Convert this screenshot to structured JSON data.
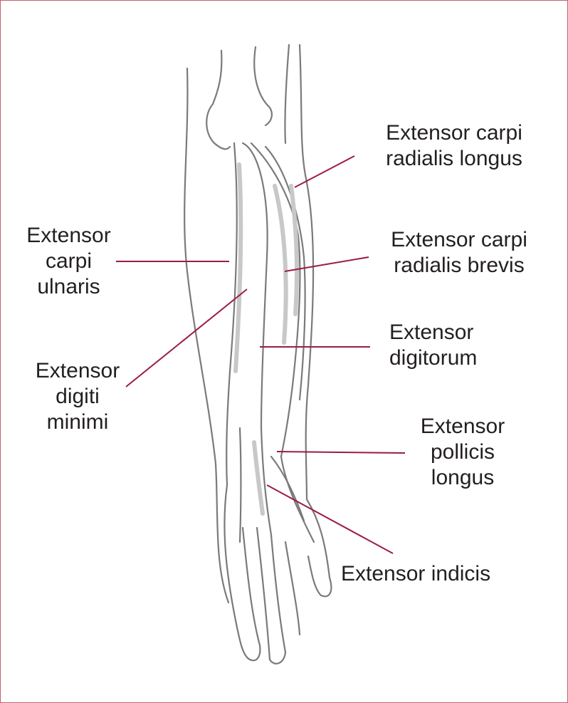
{
  "colors": {
    "frame": "#c4606f",
    "leader": "#9b1b4a",
    "outline": "#7a7a7a",
    "shade": "#c8c8c8",
    "text": "#231f20"
  },
  "labels": {
    "ecrl": [
      "Extensor carpi",
      "radialis longus"
    ],
    "ecu": [
      "Extensor",
      "carpi",
      "ulnaris"
    ],
    "ecrb": [
      "Extensor carpi",
      "radialis brevis"
    ],
    "ed": [
      "Extensor",
      "digitorum"
    ],
    "edm": [
      "Extensor",
      "digiti",
      "minimi"
    ],
    "epl": [
      "Extensor",
      "pollicis",
      "longus"
    ],
    "ei": [
      "Extensor indicis"
    ]
  }
}
